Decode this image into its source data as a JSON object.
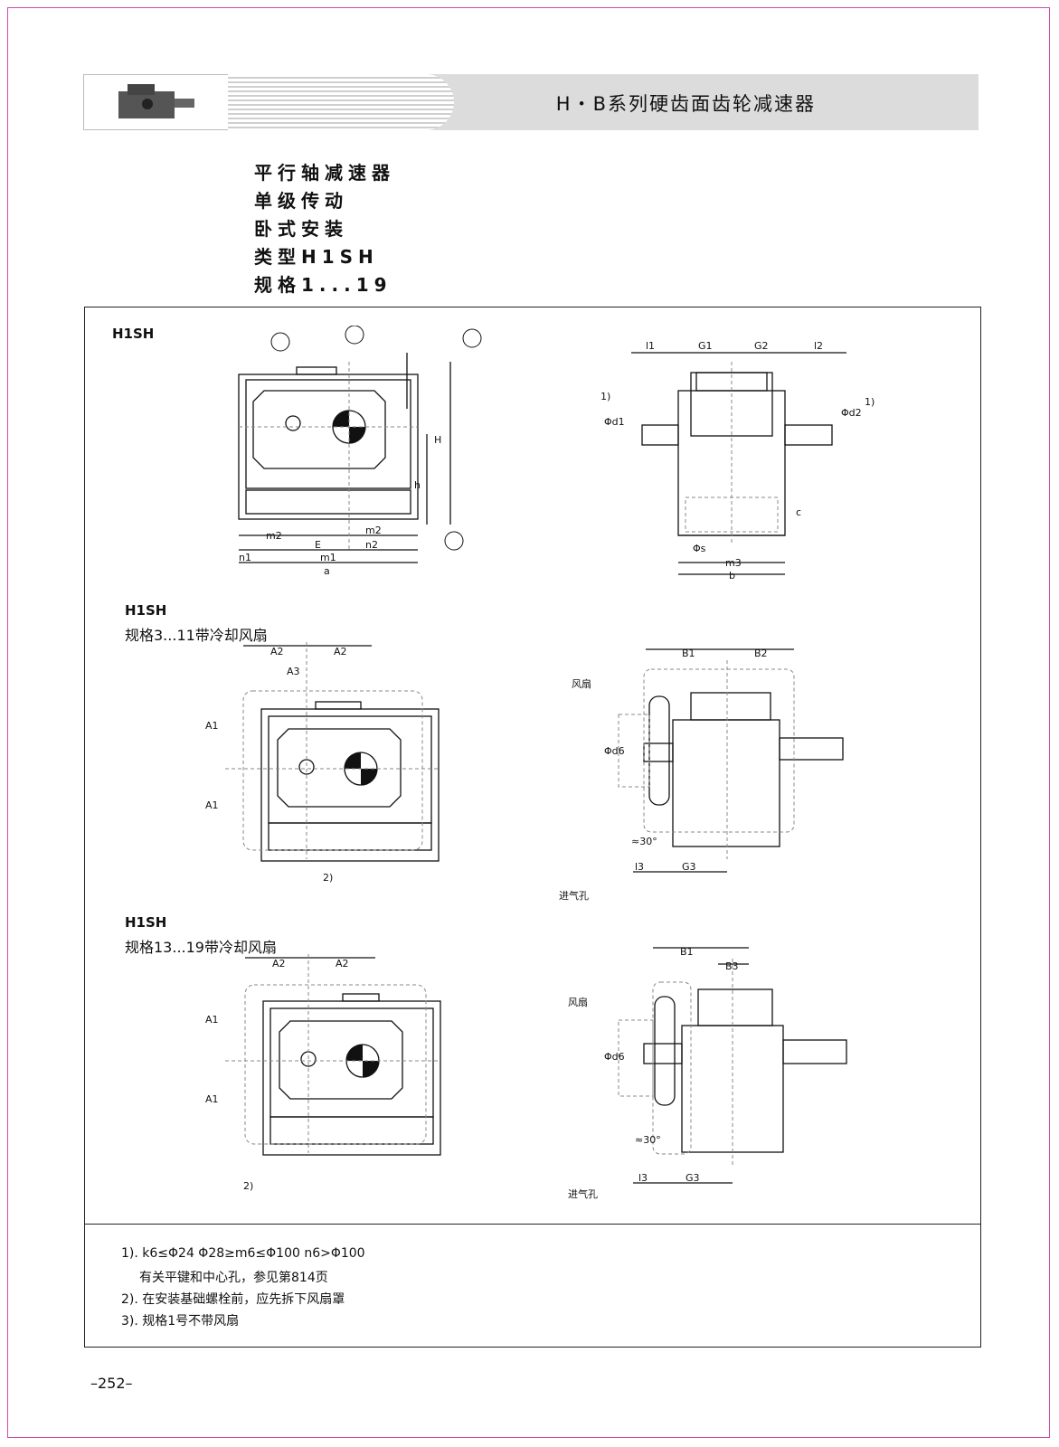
{
  "header": {
    "title": "H・B系列硬齿面齿轮减速器"
  },
  "subtitles": [
    "平行轴减速器",
    "单级传动",
    "卧式安装",
    "类型H1SH",
    "规格1...19"
  ],
  "sections": [
    {
      "label": "H1SH",
      "caption": ""
    },
    {
      "label": "H1SH",
      "caption": "规格3...11带冷却风扇"
    },
    {
      "label": "H1SH",
      "caption": "规格13...19带冷却风扇"
    }
  ],
  "dims_top_front": {
    "H": "H",
    "h": "h",
    "m2a": "m2",
    "m2b": "m2",
    "E": "E",
    "n2": "n2",
    "n1": "n1",
    "m1": "m1",
    "a": "a"
  },
  "dims_top_side": {
    "l1": "l1",
    "G1": "G1",
    "G2": "G2",
    "l2": "l2",
    "d1": "Φd1",
    "d2": "Φd2",
    "note1a": "1)",
    "note1b": "1)",
    "c": "c",
    "s": "Φs",
    "m3": "m3",
    "b": "b"
  },
  "dims_mid_front": {
    "A2a": "A2",
    "A2b": "A2",
    "A3": "A3",
    "A1a": "A1",
    "A1b": "A1",
    "note2": "2)"
  },
  "dims_mid_side": {
    "B1": "B1",
    "B2": "B2",
    "fan": "风扇",
    "d6": "Φd6",
    "angle": "≈30°",
    "l3": "l3",
    "G3": "G3",
    "inlet": "进气孔"
  },
  "dims_bot_front": {
    "A2a": "A2",
    "A2b": "A2",
    "A1a": "A1",
    "A1b": "A1",
    "note2": "2)"
  },
  "dims_bot_side": {
    "B1": "B1",
    "B3": "B3",
    "fan": "风扇",
    "d6": "Φd6",
    "angle": "≈30°",
    "l3": "l3",
    "G3": "G3",
    "inlet": "进气孔"
  },
  "notes": [
    "1). k6≤Φ24  Φ28≥m6≤Φ100  n6>Φ100",
    "有关平键和中心孔，参见第814页",
    "2). 在安装基础螺栓前，应先拆下风扇罩",
    "3). 规格1号不带风扇"
  ],
  "page_number": "–252–",
  "colors": {
    "frame": "#d04aa8",
    "header_bg": "#dcdcdc"
  }
}
